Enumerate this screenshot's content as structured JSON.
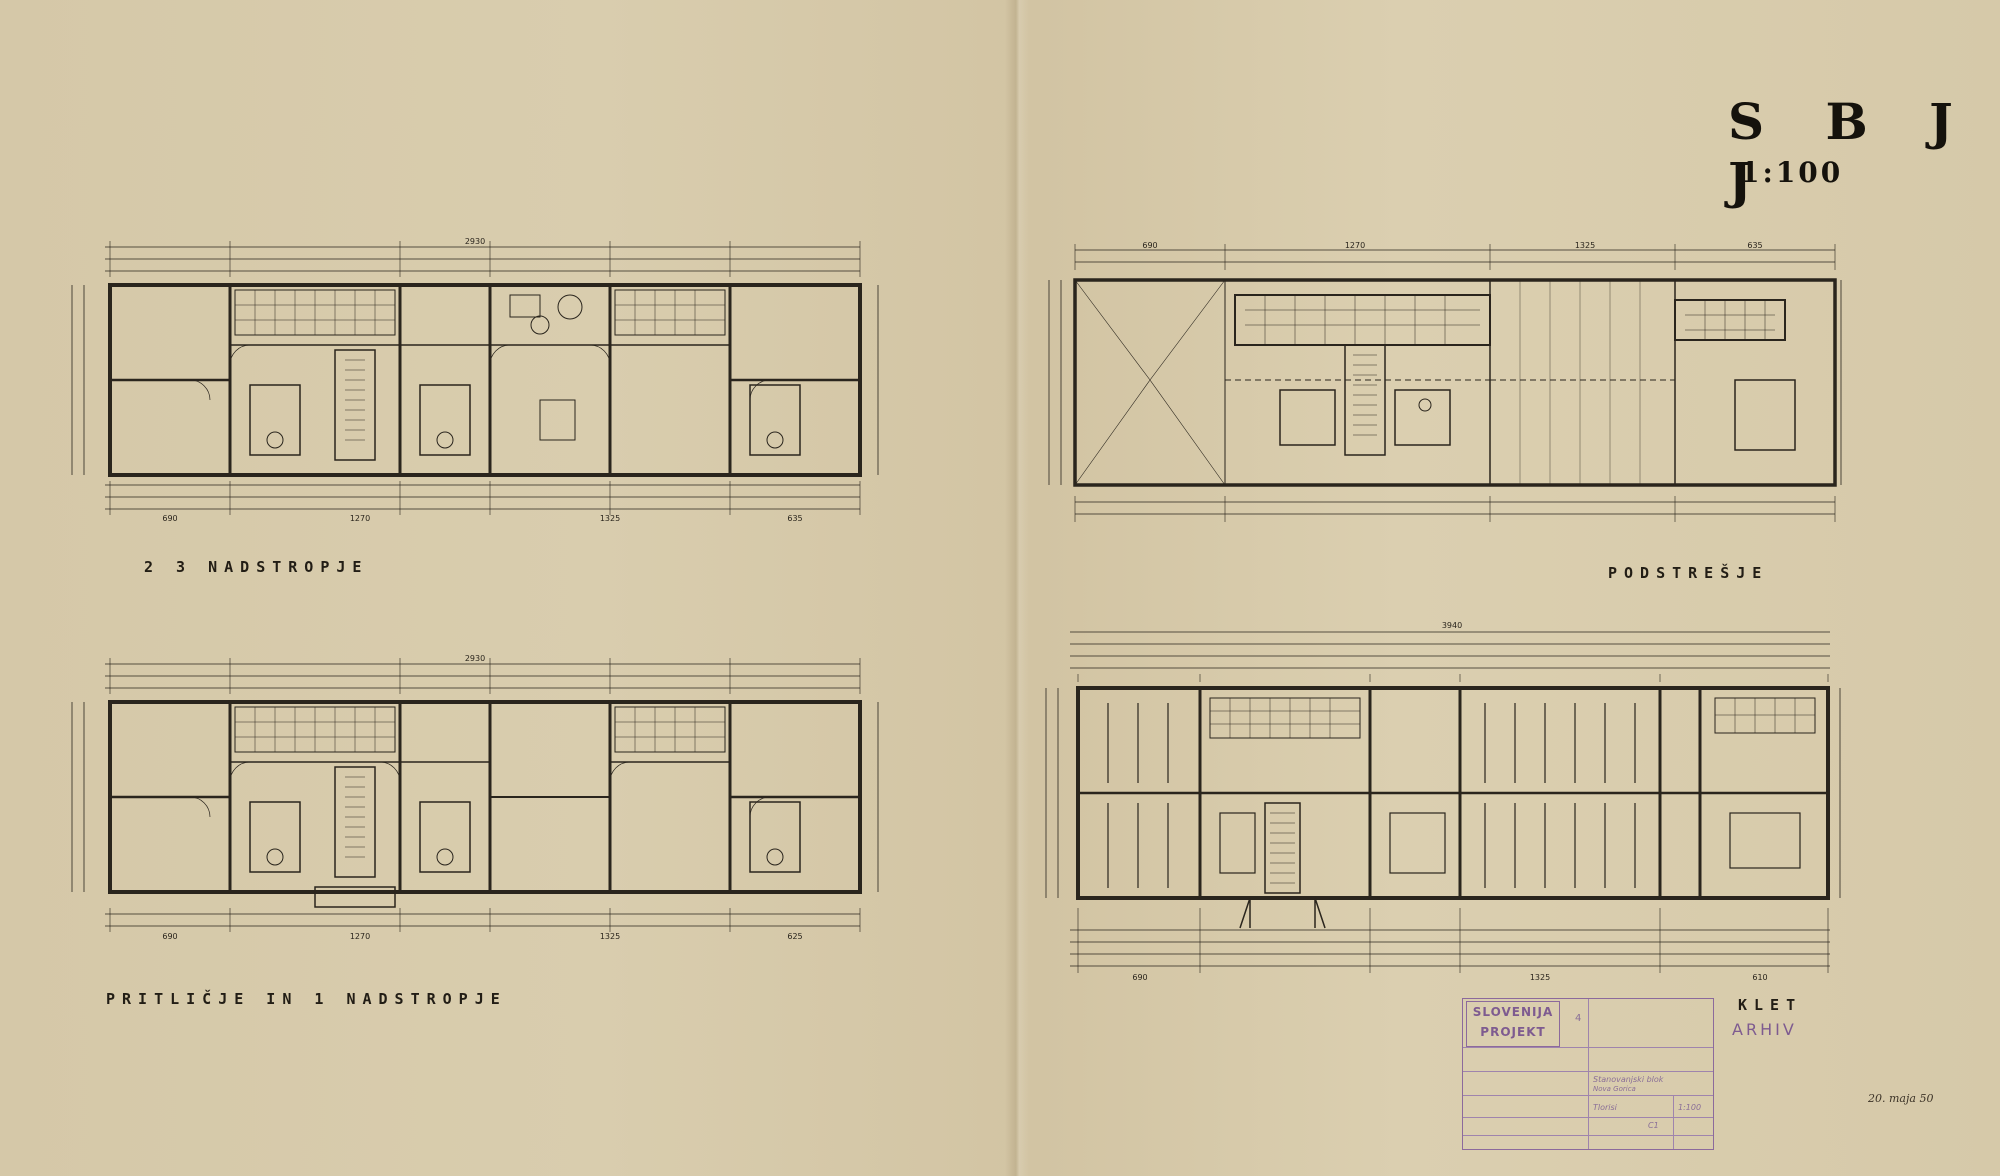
{
  "sheet": {
    "title": "S B J J",
    "scale": "1:100",
    "archive_mark": "ARHIV",
    "margin_note": "20. maja 50"
  },
  "plans": [
    {
      "id": "upper-floors",
      "label": "2 3 NADSTROPJE"
    },
    {
      "id": "attic",
      "label": "PODSTREŠJE"
    },
    {
      "id": "ground-floor",
      "label": "PRITLIČJE IN 1 NADSTROPJE"
    },
    {
      "id": "basement",
      "label": "KLET"
    }
  ],
  "dimensions": {
    "upper_total": "2930",
    "upper_bottom": [
      "690",
      "1270",
      "1325",
      "635"
    ],
    "attic_top": [
      "690",
      "1270",
      "1325",
      "635"
    ],
    "ground_total": "2930",
    "ground_bottom": [
      "690",
      "1270",
      "1325",
      "625"
    ],
    "basement_total": "3940",
    "basement_bottom": [
      "690",
      "1325",
      "610"
    ]
  },
  "stamp": {
    "logo_line1": "SLOVENIJA",
    "logo_line2": "PROJEKT",
    "sheet_no": "4",
    "object": "Stanovanjski blok",
    "place": "Nova Gorica",
    "scale_entry": "1:100",
    "content": "Tlorisi",
    "sheet_code": "C1"
  },
  "colors": {
    "paper": "#d6c9a9",
    "ink": "#2a251d",
    "stamp": "#8c6a9c"
  }
}
